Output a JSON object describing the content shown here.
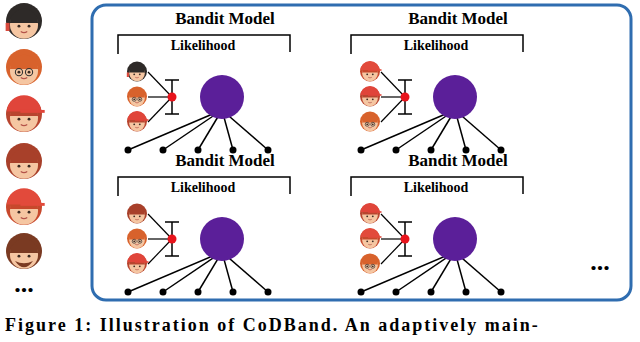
{
  "diagram": {
    "caption": "Figure 1: Illustration of CoDBand. An adaptively main-",
    "labels": [
      "Bandit Model",
      "Bandit Model",
      "Likelihood",
      "Likelihood",
      "Bandit Model",
      "Bandit Model",
      "Likelihood",
      "Likelihood",
      "...",
      "..."
    ]
  }
}
